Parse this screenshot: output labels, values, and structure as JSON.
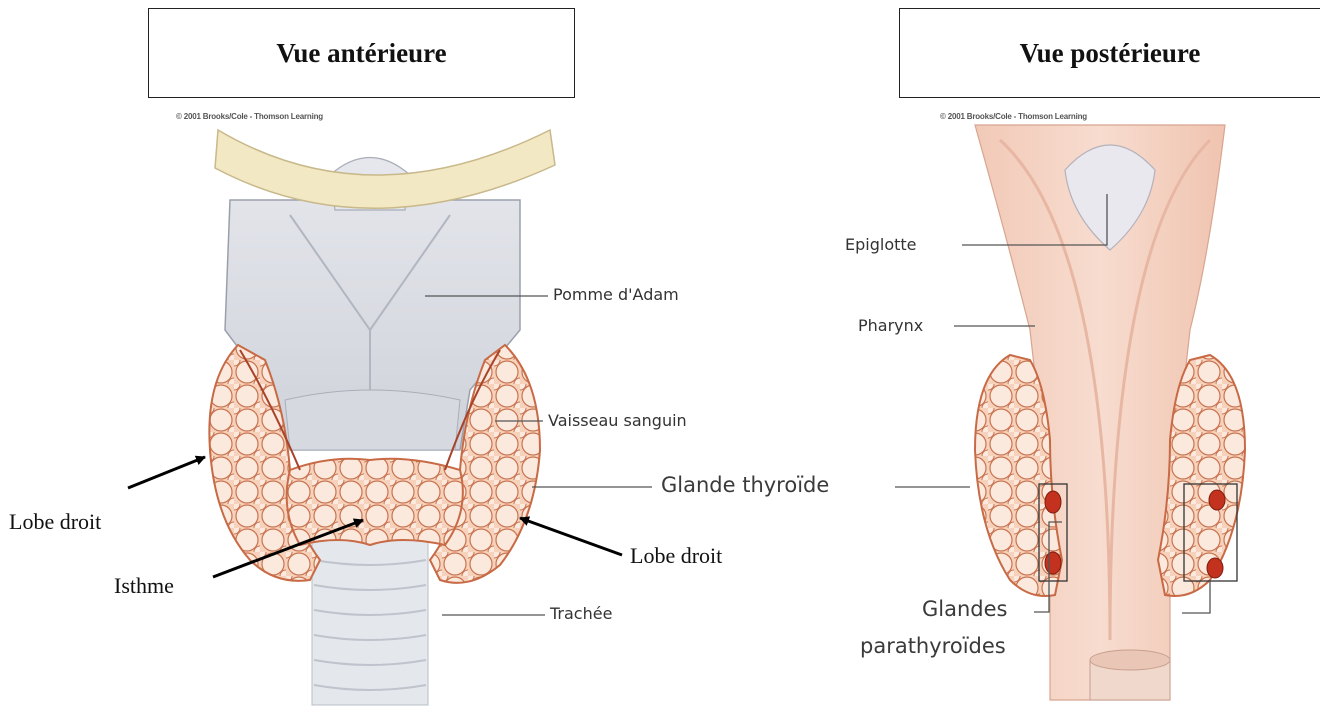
{
  "anterior": {
    "title": "Vue antérieure",
    "copyright": "© 2001 Brooks/Cole - Thomson Learning",
    "labels": {
      "pomme_adam": "Pomme d'Adam",
      "vaisseau": "Vaisseau sanguin",
      "glande_thyroide": "Glande thyroïde",
      "trachee": "Trachée",
      "lobe_droit_left": "Lobe droit",
      "lobe_droit_right": "Lobe droit",
      "isthme": "Isthme"
    }
  },
  "posterior": {
    "title": "Vue postérieure",
    "copyright": "© 2001 Brooks/Cole - Thomson Learning",
    "labels": {
      "epiglotte": "Epiglotte",
      "pharynx": "Pharynx",
      "glandes": "Glandes",
      "parathyroides": "parathyroïdes"
    }
  }
}
